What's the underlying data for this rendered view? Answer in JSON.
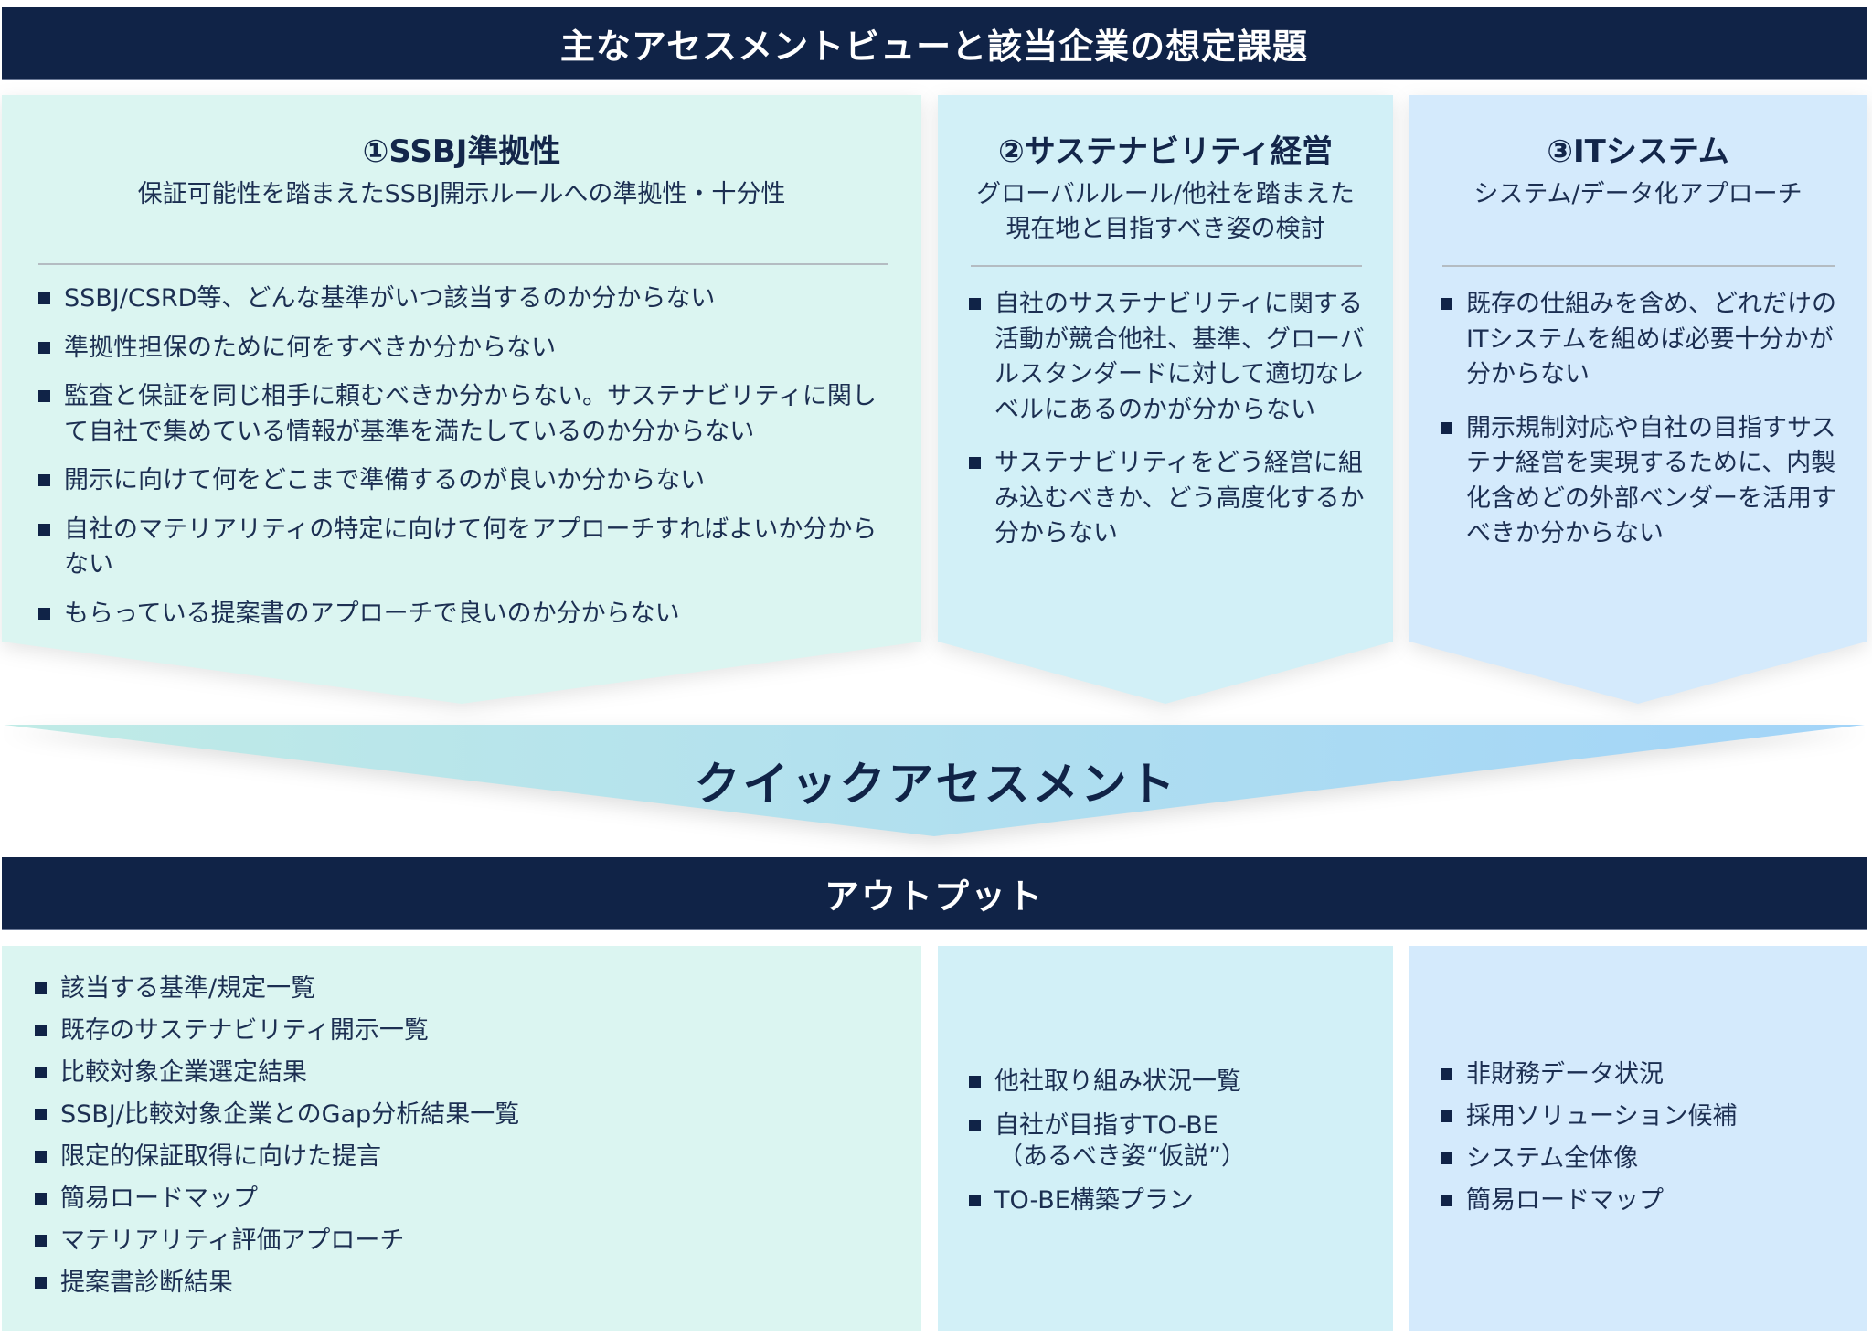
{
  "header": {
    "title": "主なアセスメントビューと該当企業の想定課題"
  },
  "colors": {
    "navy": "#102347",
    "col1_bg": "#dbf5f1",
    "col2_bg": "#d2f0f7",
    "col3_bg": "#d4eafc",
    "funnel_start": "#c0ebe6",
    "funnel_end": "#a2d4f8"
  },
  "views": [
    {
      "title": "①SSBJ準拠性",
      "subtitle_lines": [
        "保証可能性を踏まえたSSBJ開示ルールへの準拠性・十分性"
      ],
      "issues": [
        "SSBJ/CSRD等、どんな基準がいつ該当するのか分からない",
        "準拠性担保のために何をすべきか分からない",
        "監査と保証を同じ相手に頼むべきか分からない。サステナビリティに関して自社で集めている情報が基準を満たしているのか分からない",
        "開示に向けて何をどこまで準備するのが良いか分からない",
        "自社のマテリアリティの特定に向けて何をアプローチすればよいか分からない",
        "もらっている提案書のアプローチで良いのか分からない"
      ]
    },
    {
      "title": "②サステナビリティ経営",
      "subtitle_lines": [
        "グローバルルール/他社を踏まえた",
        "現在地と目指すべき姿の検討"
      ],
      "issues": [
        "自社のサステナビリティに関する活動が競合他社、基準、グローバルスタンダードに対して適切なレベルにあるのかが分からない",
        "サステナビリティをどう経営に組み込むべきか、どう高度化するか分からない"
      ]
    },
    {
      "title": "③ITシステム",
      "subtitle_lines": [
        "システム/データ化アプローチ"
      ],
      "issues": [
        "既存の仕組みを含め、どれだけのITシステムを組めば必要十分かが分からない",
        "開示規制対応や自社の目指すサステナ経営を実現するために、内製化含めどの外部ベンダーを活用すべきか分からない"
      ]
    }
  ],
  "funnel": {
    "label": "クイックアセスメント"
  },
  "output": {
    "title": "アウトプット",
    "columns": [
      {
        "items": [
          "該当する基準/規定一覧",
          "既存のサステナビリティ開示一覧",
          "比較対象企業選定結果",
          "SSBJ/比較対象企業とのGap分析結果一覧",
          "限定的保証取得に向けた提言",
          "簡易ロードマップ",
          "マテリアリティ評価アプローチ",
          "提案書診断結果"
        ]
      },
      {
        "items": [
          "他社取り組み状況一覧",
          "自社が目指すTO-BE",
          "TO-BE構築プラン"
        ],
        "item_sublines": {
          "1": "（あるべき姿“仮説”）"
        }
      },
      {
        "items": [
          "非財務データ状況",
          "採用ソリューション候補",
          "システム全体像",
          "簡易ロードマップ"
        ]
      }
    ]
  }
}
